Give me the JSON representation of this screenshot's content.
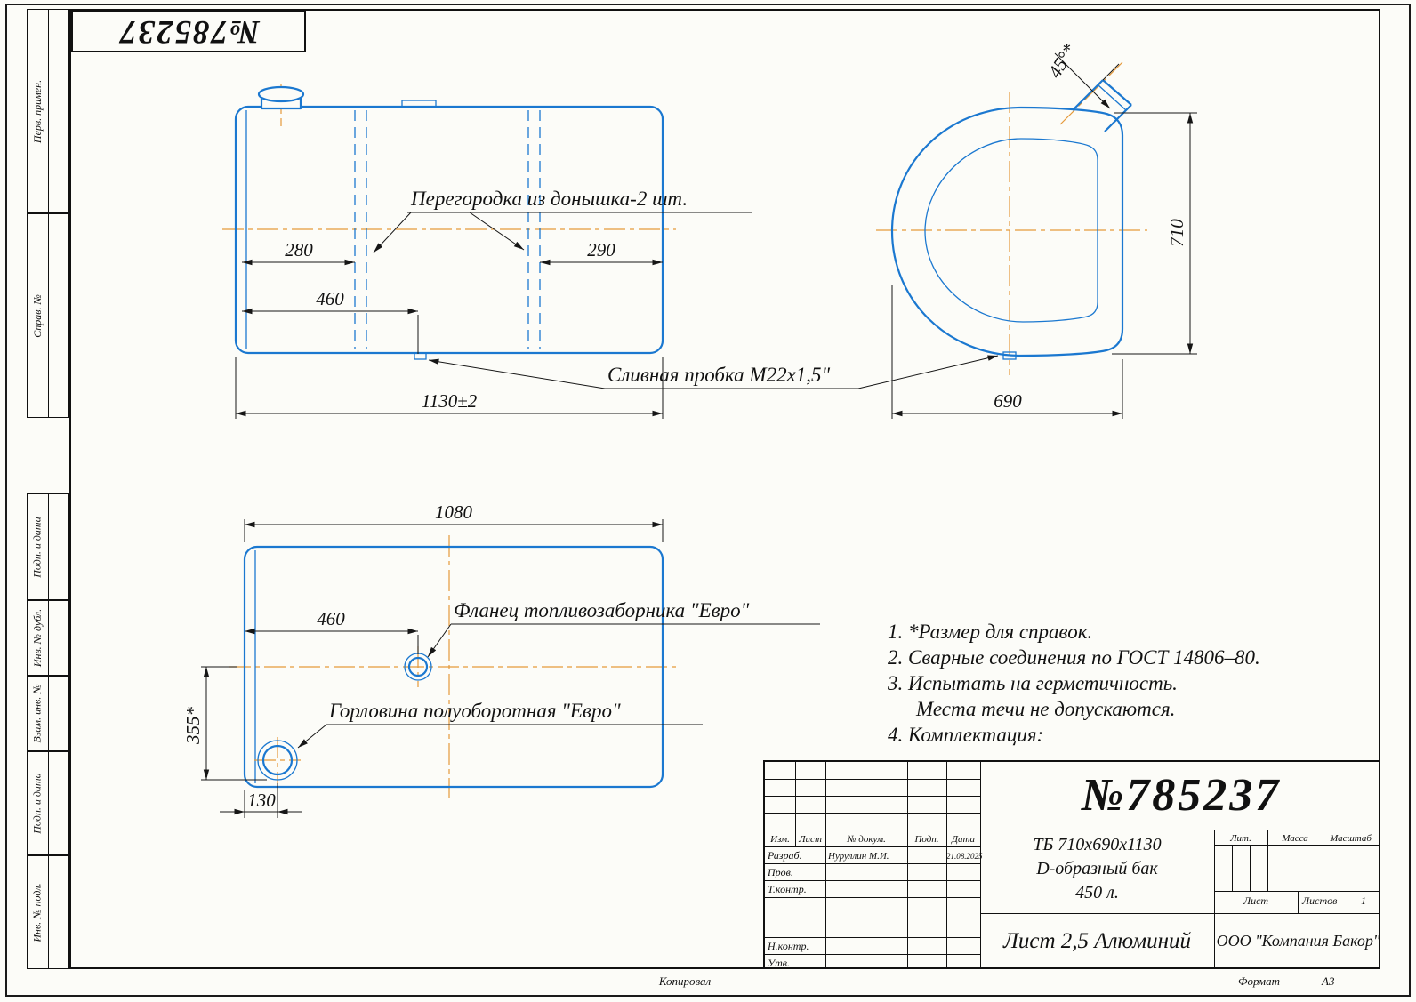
{
  "sheet": {
    "stamp_number": "№785237",
    "left_labels": [
      "Перв. примен.",
      "Справ. №",
      "Подп. и дата",
      "Инв. № дубл.",
      "Взам. инв. №",
      "Подп. и дата",
      "Инв. № подл."
    ],
    "footer": {
      "kopiroval": "Копировал",
      "format_label": "Формат",
      "format_value": "А3"
    }
  },
  "drawing": {
    "labels": {
      "baffle": "Перегородка из донышка-2 шт.",
      "drain": "Сливная пробка М22х1,5\"",
      "flange": "Фланец топливозаборника \"Евро\"",
      "neck": "Горловина полуоборотная \"Евро\""
    },
    "dims": {
      "d280": "280",
      "d290": "290",
      "d460_side": "460",
      "d1130": "1130±2",
      "d710": "710",
      "d690": "690",
      "d45": "45°*",
      "d1080": "1080",
      "d460_top": "460",
      "d355": "355*",
      "d130": "130"
    },
    "notes": [
      "1.  *Размер для справок.",
      "2.  Сварные соединения по ГОСТ 14806–80.",
      "3.  Испытать на герметичность.",
      "Места течи не допускаются.",
      "4.  Комплектация:"
    ]
  },
  "title_block": {
    "number": "№785237",
    "designation_line1": "ТБ 710х690х1130",
    "designation_line2": "D-образный бак",
    "designation_line3": "450 л.",
    "material": "Лист 2,5 Алюминий",
    "company": "ООО \"Компания Бакор\"",
    "header": {
      "izm": "Изм.",
      "list": "Лист",
      "doc": "№ докум.",
      "podp": "Подп.",
      "data": "Дата"
    },
    "roles": {
      "razrab": "Разраб.",
      "prov": "Пров.",
      "tkontr": "Т.контр.",
      "nkontr": "Н.контр.",
      "utv": "Утв."
    },
    "razrab_name": "Нуруллин М.И.",
    "razrab_date": "21.08.2025",
    "lit_label": "Лит.",
    "massa_label": "Масса",
    "masshtab_label": "Масштаб",
    "list_label": "Лист",
    "listov_label": "Листов",
    "listov_value": "1"
  },
  "colors": {
    "line_blue": "#1b78d0",
    "centerline_orange": "#e59a3a",
    "ink": "#111111"
  }
}
